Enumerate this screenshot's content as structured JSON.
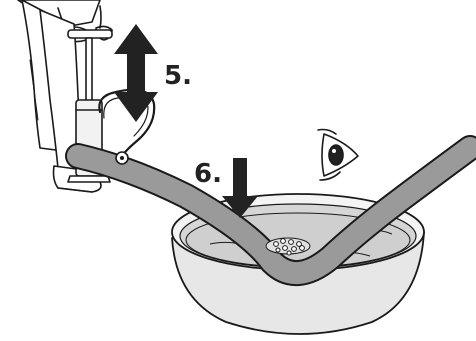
{
  "steps": [
    {
      "label": "5.",
      "action": "pump"
    },
    {
      "label": "6.",
      "action": "submerge-and-inspect"
    }
  ],
  "icons": {
    "step5": "up-down-double-arrow-icon",
    "step6": "down-arrow-icon",
    "inspect": "eye-icon"
  },
  "colors": {
    "line": "#1a1a1a",
    "arrow_fill": "#222222",
    "tube_fill": "#9a9a9a",
    "basin_fill": "#e7e7e7",
    "water_fill": "#cfcfcf",
    "pump_fill": "#f2f2f2"
  }
}
